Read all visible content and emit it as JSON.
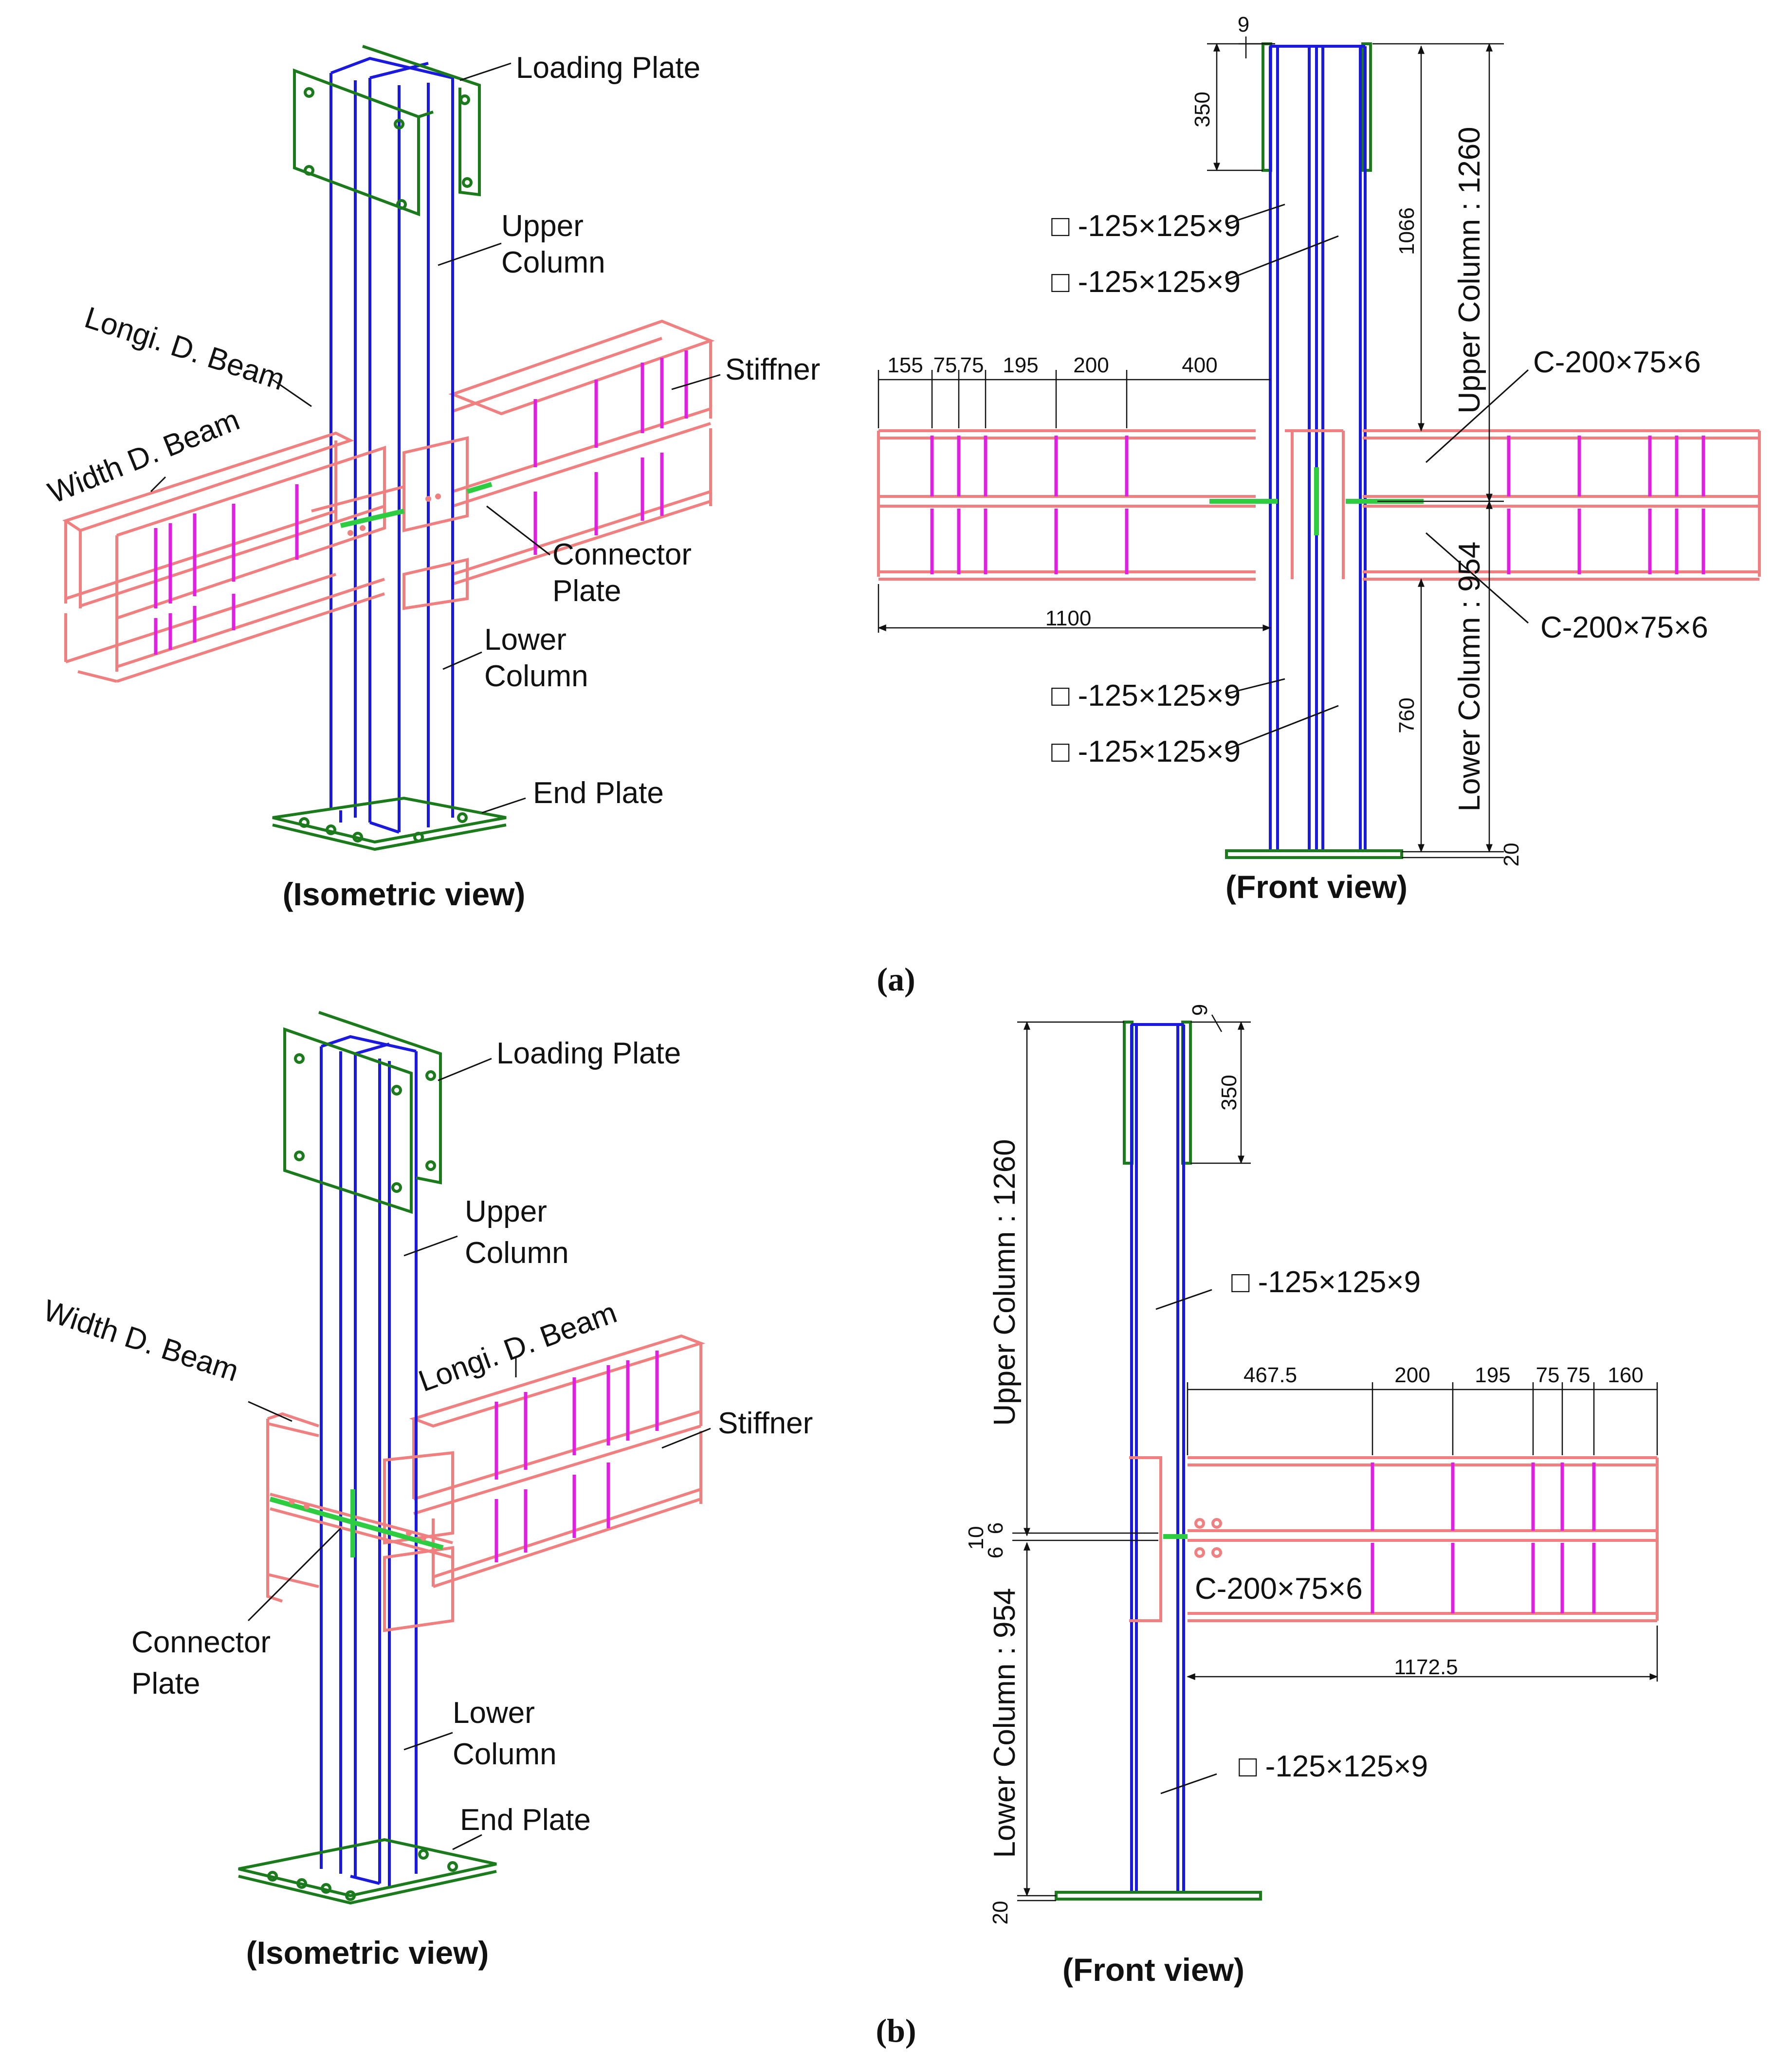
{
  "panel_a": {
    "subfigure_label": "(a)",
    "iso_caption": "(Isometric view)",
    "front_caption": "(Front view)",
    "iso_labels": {
      "loading_plate": "Loading Plate",
      "upper_column_1": "Upper",
      "upper_column_2": "Column",
      "longi_beam": "Longi. D. Beam",
      "width_beam": "Width D. Beam",
      "stiffner": "Stiffner",
      "connector_1": "Connector",
      "connector_2": "Plate",
      "lower_column_1": "Lower",
      "lower_column_2": "Column",
      "end_plate": "End Plate"
    },
    "front_labels": {
      "section_1": "□ -125×125×9",
      "section_2": "□ -125×125×9",
      "section_3": "□ -125×125×9",
      "section_4": "□ -125×125×9",
      "channel_top": "C-200×75×6",
      "channel_bottom": "C-200×75×6",
      "upper_column_length": "Upper Column : 1260",
      "lower_column_length": "Lower Column : 954"
    },
    "dimensions": {
      "plate_thk": "9",
      "plate_height": "350",
      "upper_inner": "1066",
      "lower_inner": "760",
      "base": "20",
      "beam_length": "1100",
      "stiffener_spacing": [
        "155",
        "75",
        "75",
        "195",
        "200",
        "400"
      ]
    }
  },
  "panel_b": {
    "subfigure_label": "(b)",
    "iso_caption": "(Isometric view)",
    "front_caption": "(Front view)",
    "iso_labels": {
      "loading_plate": "Loading Plate",
      "upper_column_1": "Upper",
      "upper_column_2": "Column",
      "width_beam": "Width D. Beam",
      "longi_beam": "Longi. D. Beam",
      "stiffner": "Stiffner",
      "connector_1": "Connector",
      "connector_2": "Plate",
      "lower_column_1": "Lower",
      "lower_column_2": "Column",
      "end_plate": "End Plate"
    },
    "front_labels": {
      "section_upper": "□ -125×125×9",
      "section_lower": "□ -125×125×9",
      "channel": "C-200×75×6",
      "upper_column_length": "Upper Column : 1260",
      "lower_column_length": "Lower Column : 954"
    },
    "dimensions": {
      "plate_thk": "9",
      "plate_height": "350",
      "gap_top": "6",
      "gap_mid": "10",
      "gap_bottom": "6",
      "base": "20",
      "beam_length": "1172.5",
      "stiffener_spacing": [
        "467.5",
        "200",
        "195",
        "75",
        "75",
        "160"
      ]
    }
  },
  "colors": {
    "column": "#1a1adf",
    "beam": "#f08080",
    "stiffener": "#e020e0",
    "plate": "#1b7a1b",
    "connector": "#2ecc40"
  }
}
